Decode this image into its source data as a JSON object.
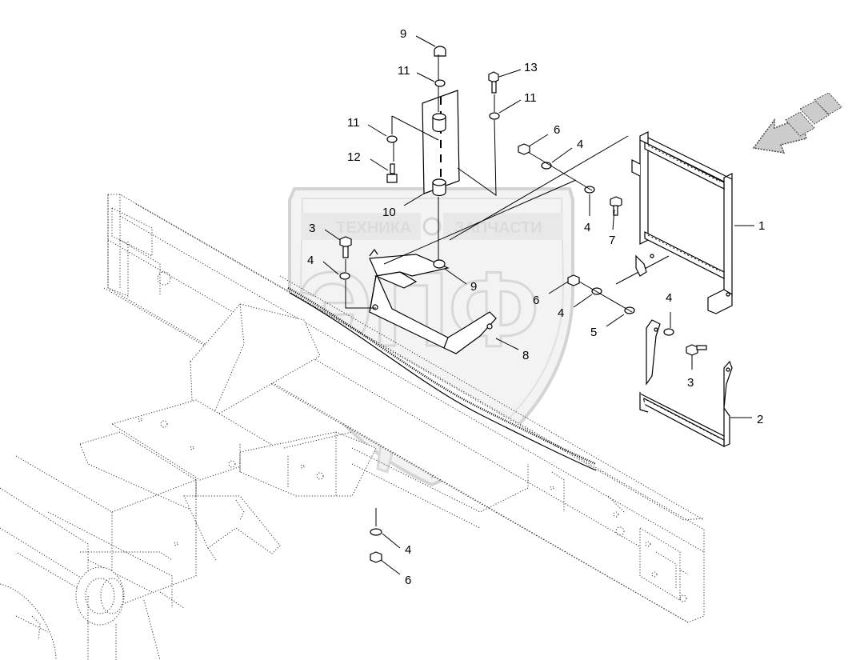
{
  "watermark": {
    "left_text": "ТЕХНИКА",
    "right_text": "ЗАПЧАСТИ",
    "big_text": "ЭПФ"
  },
  "callouts": [
    {
      "id": "c9a",
      "label": "9"
    },
    {
      "id": "c11a",
      "label": "11"
    },
    {
      "id": "c13",
      "label": "13"
    },
    {
      "id": "c11b",
      "label": "11"
    },
    {
      "id": "c11c",
      "label": "11"
    },
    {
      "id": "c6a",
      "label": "6"
    },
    {
      "id": "c4a",
      "label": "4"
    },
    {
      "id": "c12",
      "label": "12"
    },
    {
      "id": "c10",
      "label": "10"
    },
    {
      "id": "c4b",
      "label": "4"
    },
    {
      "id": "c7",
      "label": "7"
    },
    {
      "id": "c1",
      "label": "1"
    },
    {
      "id": "c3a",
      "label": "3"
    },
    {
      "id": "c4c",
      "label": "4"
    },
    {
      "id": "c9b",
      "label": "9"
    },
    {
      "id": "c6b",
      "label": "6"
    },
    {
      "id": "c4d",
      "label": "4"
    },
    {
      "id": "c5",
      "label": "5"
    },
    {
      "id": "c4e",
      "label": "4"
    },
    {
      "id": "c8",
      "label": "8"
    },
    {
      "id": "c3b",
      "label": "3"
    },
    {
      "id": "c2",
      "label": "2"
    },
    {
      "id": "c4f",
      "label": "4"
    },
    {
      "id": "c6c",
      "label": "6"
    }
  ],
  "icons": {
    "direction_arrow": "front-direction-arrow-icon",
    "watermark_logo": "shield-logo-icon"
  }
}
